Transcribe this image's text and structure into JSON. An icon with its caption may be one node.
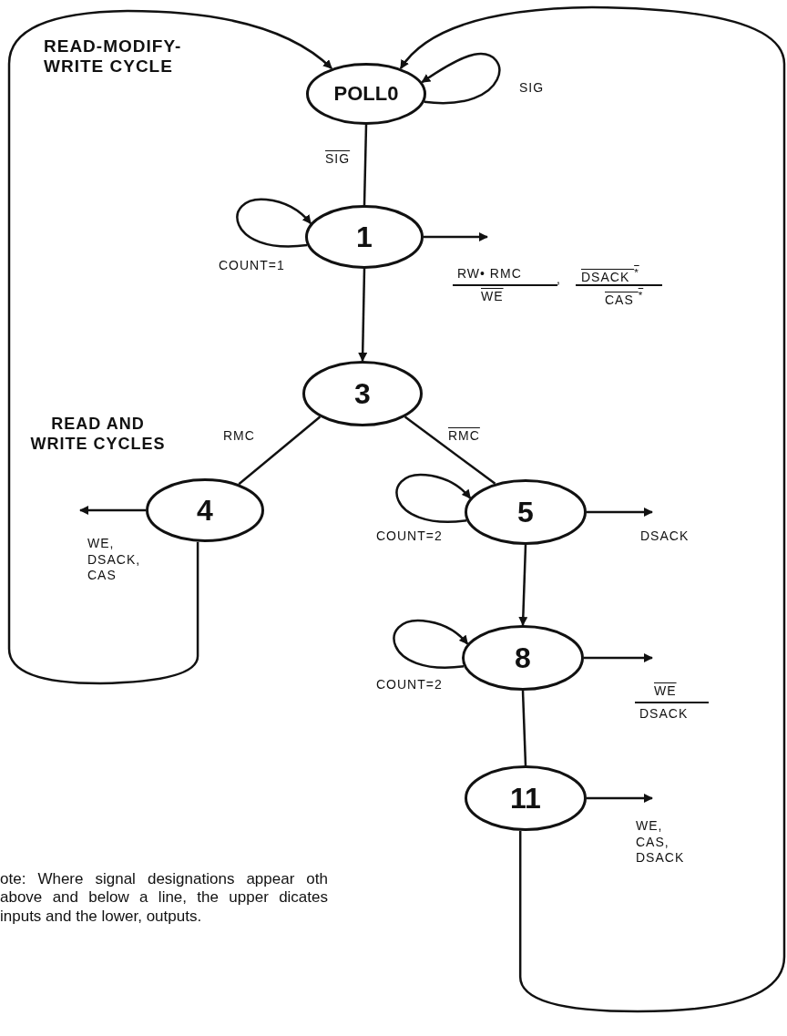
{
  "diagram": {
    "nodes": [
      {
        "text": [
          "POLL0"
        ]
      },
      {
        "text": [
          "1"
        ]
      },
      {
        "text": [
          "3"
        ]
      },
      {
        "text": [
          "4"
        ]
      },
      {
        "text": [
          "5"
        ]
      },
      {
        "text": [
          "8"
        ]
      },
      {
        "text": [
          "11"
        ]
      }
    ],
    "edges": [
      {
        "from": 0,
        "to": 0,
        "arrow": "to",
        "label": "SIG"
      },
      {
        "from": 0,
        "to": 1,
        "arrow": "none",
        "label": "SIG"
      },
      {
        "from": 1,
        "to": 1,
        "arrow": "to",
        "label": "COUNT=1"
      },
      {
        "from": 1,
        "to": null,
        "arrow": "to"
      },
      {
        "from": 1,
        "to": 2,
        "arrow": "to"
      },
      {
        "from": 2,
        "to": 3,
        "arrow": "none",
        "label": "RMC"
      },
      {
        "from": 2,
        "to": 4,
        "arrow": "none",
        "label": "RMC"
      },
      {
        "from": 3,
        "to": null,
        "arrow": "to",
        "label": "WE, DSACK, CAS"
      },
      {
        "from": 3,
        "to": 0,
        "arrow": "to"
      },
      {
        "from": 4,
        "to": 4,
        "arrow": "to",
        "label": "COUNT=2"
      },
      {
        "from": 4,
        "to": null,
        "arrow": "to",
        "label": "DSACK"
      },
      {
        "from": 4,
        "to": 5,
        "arrow": "to"
      },
      {
        "from": 5,
        "to": 5,
        "arrow": "to",
        "label": "COUNT=2"
      },
      {
        "from": 5,
        "to": null,
        "arrow": "to"
      },
      {
        "from": 5,
        "to": 6,
        "arrow": "none"
      },
      {
        "from": 6,
        "to": null,
        "arrow": "to",
        "label": "WE, CAS, DSACK"
      },
      {
        "from": 6,
        "to": 0,
        "arrow": "to"
      }
    ],
    "labels": [
      "READ-MODIFY- WRITE CYCLE",
      "READ AND WRITE CYCLES",
      "RW• RMC",
      "WE",
      ",",
      "DSACK $^{*}$",
      "CAS $^{*}$",
      "WE",
      "DSACK",
      "ote: Where signal designations appear oth above and below a line, the upper dicates inputs and the lower, outputs."
    ]
  }
}
